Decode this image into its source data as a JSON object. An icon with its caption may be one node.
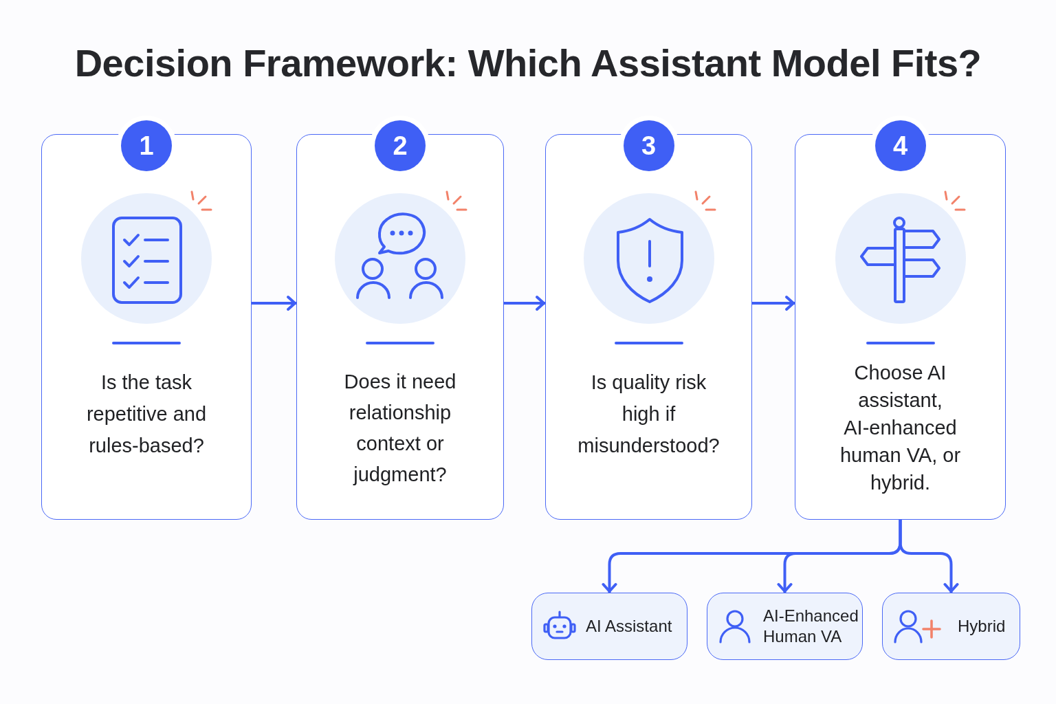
{
  "diagram": {
    "title": "Decision Framework: Which Assistant Model Fits?",
    "nodes": [
      {
        "text": [
          "1",
          "Is the task repetitive and rules-based?"
        ]
      },
      {
        "text": [
          "2",
          "Does it need relationship context or judgment?"
        ]
      },
      {
        "text": [
          "3",
          "Is quality risk high if misunderstood?"
        ]
      },
      {
        "text": [
          "4",
          "Choose AI assistant, AI-enhanced human VA, or hybrid."
        ]
      },
      {
        "text": [
          "AI Assistant"
        ]
      },
      {
        "text": [
          "AI-Enhanced Human VA"
        ]
      },
      {
        "text": [
          "Hybrid"
        ]
      }
    ],
    "edges": [
      {
        "from": 0,
        "to": 1,
        "arrow": "to"
      },
      {
        "from": 1,
        "to": 2,
        "arrow": "to"
      },
      {
        "from": 2,
        "to": 3,
        "arrow": "to"
      },
      {
        "from": 3,
        "to": 4,
        "arrow": "to"
      },
      {
        "from": 3,
        "to": 5,
        "arrow": "to"
      },
      {
        "from": 3,
        "to": 6,
        "arrow": "to"
      }
    ]
  }
}
